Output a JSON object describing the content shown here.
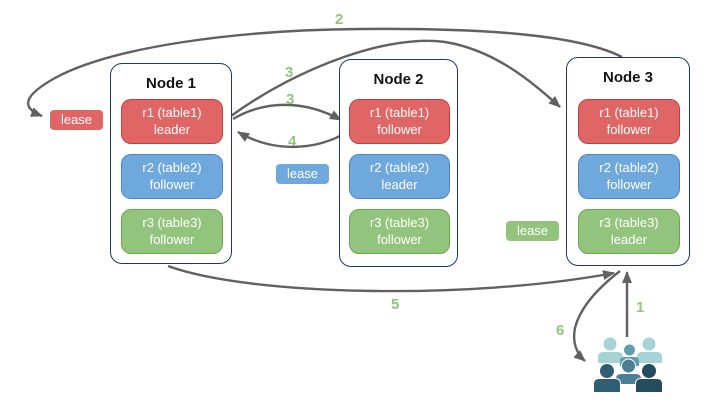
{
  "diagram": {
    "description": "Three-node replicated tables diagram with leader/follower replicas, lease badges, numbered request flow and a users group",
    "nodes": [
      {
        "title": "Node 1",
        "replicas": [
          {
            "name": "r1 (table1)",
            "role": "leader",
            "color_key": "red"
          },
          {
            "name": "r2 (table2)",
            "role": "follower",
            "color_key": "blue"
          },
          {
            "name": "r3 (table3)",
            "role": "follower",
            "color_key": "green"
          }
        ]
      },
      {
        "title": "Node 2",
        "replicas": [
          {
            "name": "r1 (table1)",
            "role": "follower",
            "color_key": "red"
          },
          {
            "name": "r2 (table2)",
            "role": "leader",
            "color_key": "blue"
          },
          {
            "name": "r3 (table3)",
            "role": "follower",
            "color_key": "green"
          }
        ]
      },
      {
        "title": "Node 3",
        "replicas": [
          {
            "name": "r1 (table1)",
            "role": "follower",
            "color_key": "red"
          },
          {
            "name": "r2 (table2)",
            "role": "follower",
            "color_key": "blue"
          },
          {
            "name": "r3 (table3)",
            "role": "leader",
            "color_key": "green"
          }
        ]
      }
    ],
    "lease_labels": [
      {
        "label": "lease",
        "color_key": "red"
      },
      {
        "label": "lease",
        "color_key": "blue"
      },
      {
        "label": "lease",
        "color_key": "green"
      }
    ],
    "steps": [
      "1",
      "2",
      "3",
      "3",
      "4",
      "5",
      "6"
    ],
    "colors": {
      "red_fill": "#E06666",
      "red_border": "#C13F3F",
      "blue_fill": "#6FA8DC",
      "blue_border": "#4A86C6",
      "green_fill": "#93C47D",
      "green_border": "#6AA84F",
      "node_border": "#1F3A5F",
      "arrow": "#616161",
      "step_number": "#93C47D",
      "users_light": "#A6D4D5",
      "users_medium": "#5E9FAE",
      "users_mid_dark": "#4C7F93",
      "users_dark": "#305E74",
      "users_darkest": "#254B60"
    }
  }
}
